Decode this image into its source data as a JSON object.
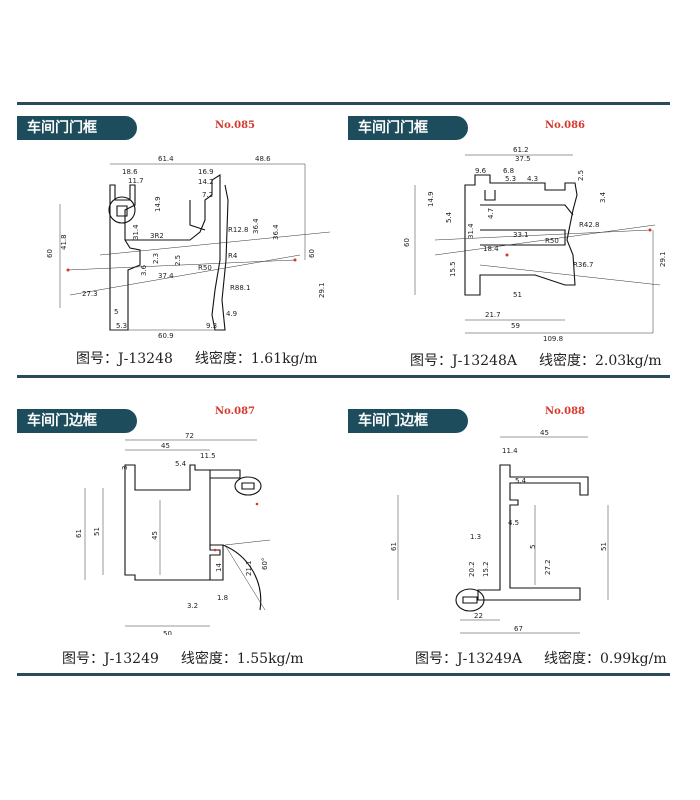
{
  "colors": {
    "rule": "#2b4a5a",
    "tab": "#1d4d5c",
    "accent": "#d6372b"
  },
  "panels": [
    {
      "title": "车间门门框",
      "number": "No.085",
      "caption": {
        "prefix": "图号：",
        "code": "J-13248",
        "density_label": "线密度：",
        "density": "1.61kg/m"
      },
      "dims": [
        "61.4",
        "48.6",
        "18.6",
        "16.9",
        "11.7",
        "14.2",
        "14.9",
        "7.2",
        "R12.8",
        "36.4",
        "31.4",
        "3R2",
        "36.4",
        "41.8",
        "60",
        "60",
        "2.5",
        "2.3",
        "R50",
        "R4",
        "3.6",
        "37.4",
        "R88.1",
        "29.1",
        "27.3",
        "5",
        "4.9",
        "5.3",
        "9.3",
        "60.9"
      ]
    },
    {
      "title": "车间门门框",
      "number": "No.086",
      "caption": {
        "prefix": "图号：",
        "code": "J-13248A",
        "density_label": "线密度：",
        "density": "2.03kg/m"
      },
      "dims": [
        "61.2",
        "37.5",
        "9.6",
        "6.8",
        "5.3",
        "4.3",
        "2.5",
        "14.9",
        "5.4",
        "31.4",
        "3.4",
        "4.7",
        "R42.8",
        "33.1",
        "R50",
        "18.4",
        "60",
        "29.1",
        "15.5",
        "R36.7",
        "51",
        "21.7",
        "59",
        "109.8"
      ]
    },
    {
      "title": "车间门边框",
      "number": "No.087",
      "caption": {
        "prefix": "图号：",
        "code": "J-13249",
        "density_label": "线密度：",
        "density": "1.55kg/m"
      },
      "dims": [
        "72",
        "45",
        "11.5",
        "5.4",
        "3",
        "61",
        "51",
        "45",
        "14",
        "21.1",
        "60°",
        "3.2",
        "1.8",
        "50"
      ]
    },
    {
      "title": "车间门边框",
      "number": "No.088",
      "caption": {
        "prefix": "图号：",
        "code": "J-13249A",
        "density_label": "线密度：",
        "density": "0.99kg/m"
      },
      "dims": [
        "45",
        "11.4",
        "5.4",
        "61",
        "4.5",
        "1.3",
        "5",
        "51",
        "20.2",
        "15.2",
        "27.2",
        "22",
        "67"
      ]
    }
  ]
}
